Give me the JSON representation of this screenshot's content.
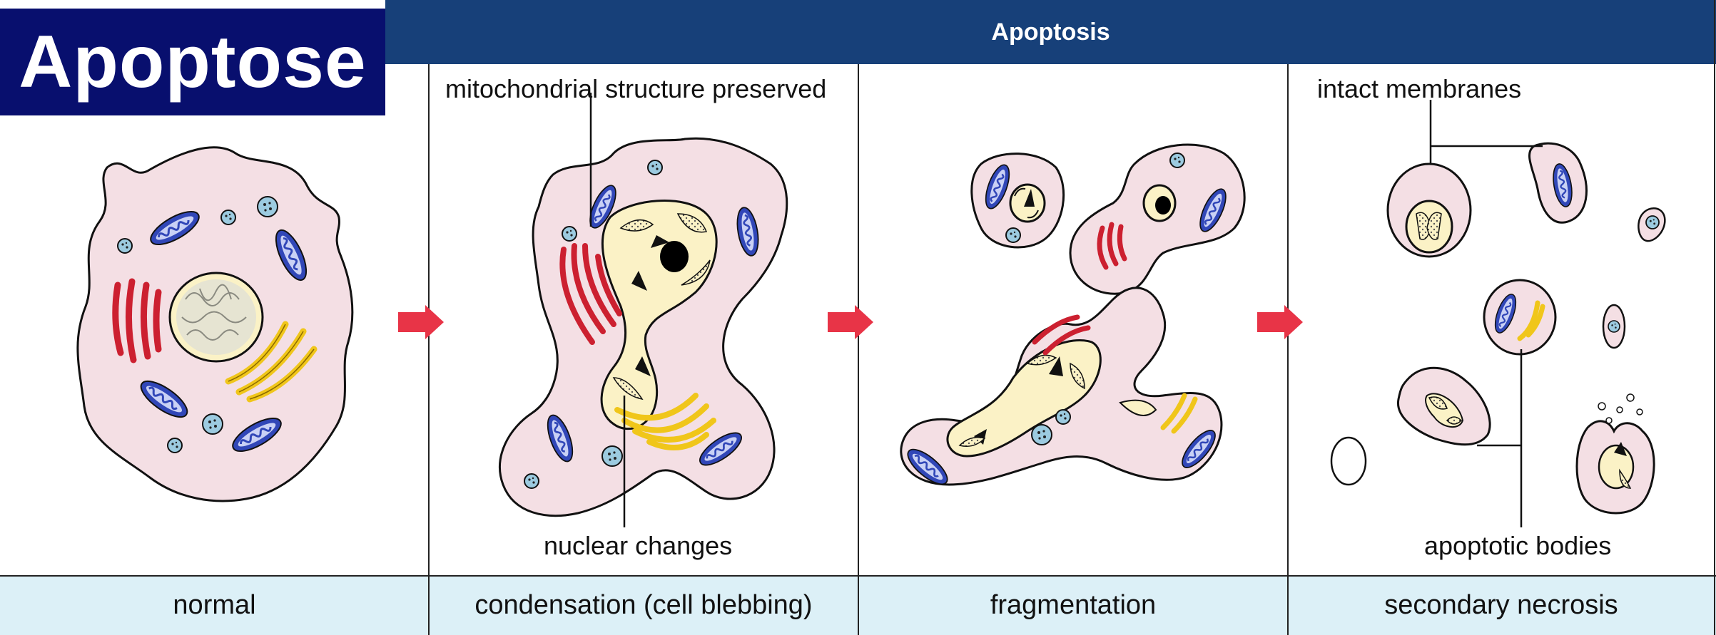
{
  "badge": {
    "title": "Apoptose"
  },
  "header": {
    "title": "Apoptosis"
  },
  "panels": [
    {
      "caption": "normal"
    },
    {
      "caption": "condensation (cell blebbing)"
    },
    {
      "caption": "fragmentation"
    },
    {
      "caption": "secondary necrosis"
    }
  ],
  "annotations": {
    "mitochondria": "mitochondrial structure preserved",
    "nuclear": "nuclear changes",
    "membranes": "intact membranes",
    "bodies": "apoptotic bodies"
  },
  "colors": {
    "header": "#174079",
    "badge": "#080f6e",
    "footer": "#dcf0f7",
    "cell_fill": "#f4dfe4",
    "mitochondria": "#3147b8",
    "er": "#cc2030",
    "golgi": "#f0c61a",
    "arrow": "#e83447"
  }
}
